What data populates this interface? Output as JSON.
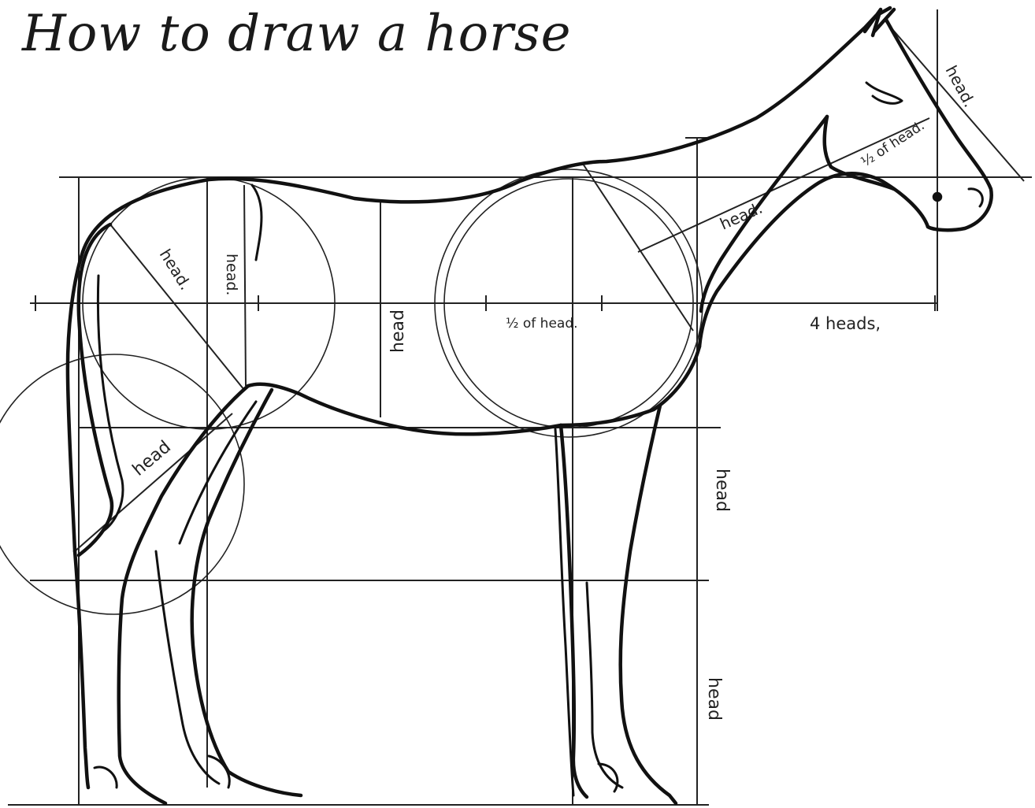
{
  "title": "How to draw a horse",
  "labels": {
    "head_face": "head.",
    "half_head_face": "½ of head.",
    "head_neck": "head.",
    "half_head_body": "½ of head.",
    "four_heads": "4 heads,",
    "head_hip_diag": "head.",
    "head_hip_vert": "head.",
    "head_belly": "head",
    "head_leg": "head",
    "head_front_upper": "head",
    "head_front_lower": "head"
  },
  "colors": {
    "ink": "#111111",
    "guide": "#222222",
    "paper": "#ffffff"
  }
}
